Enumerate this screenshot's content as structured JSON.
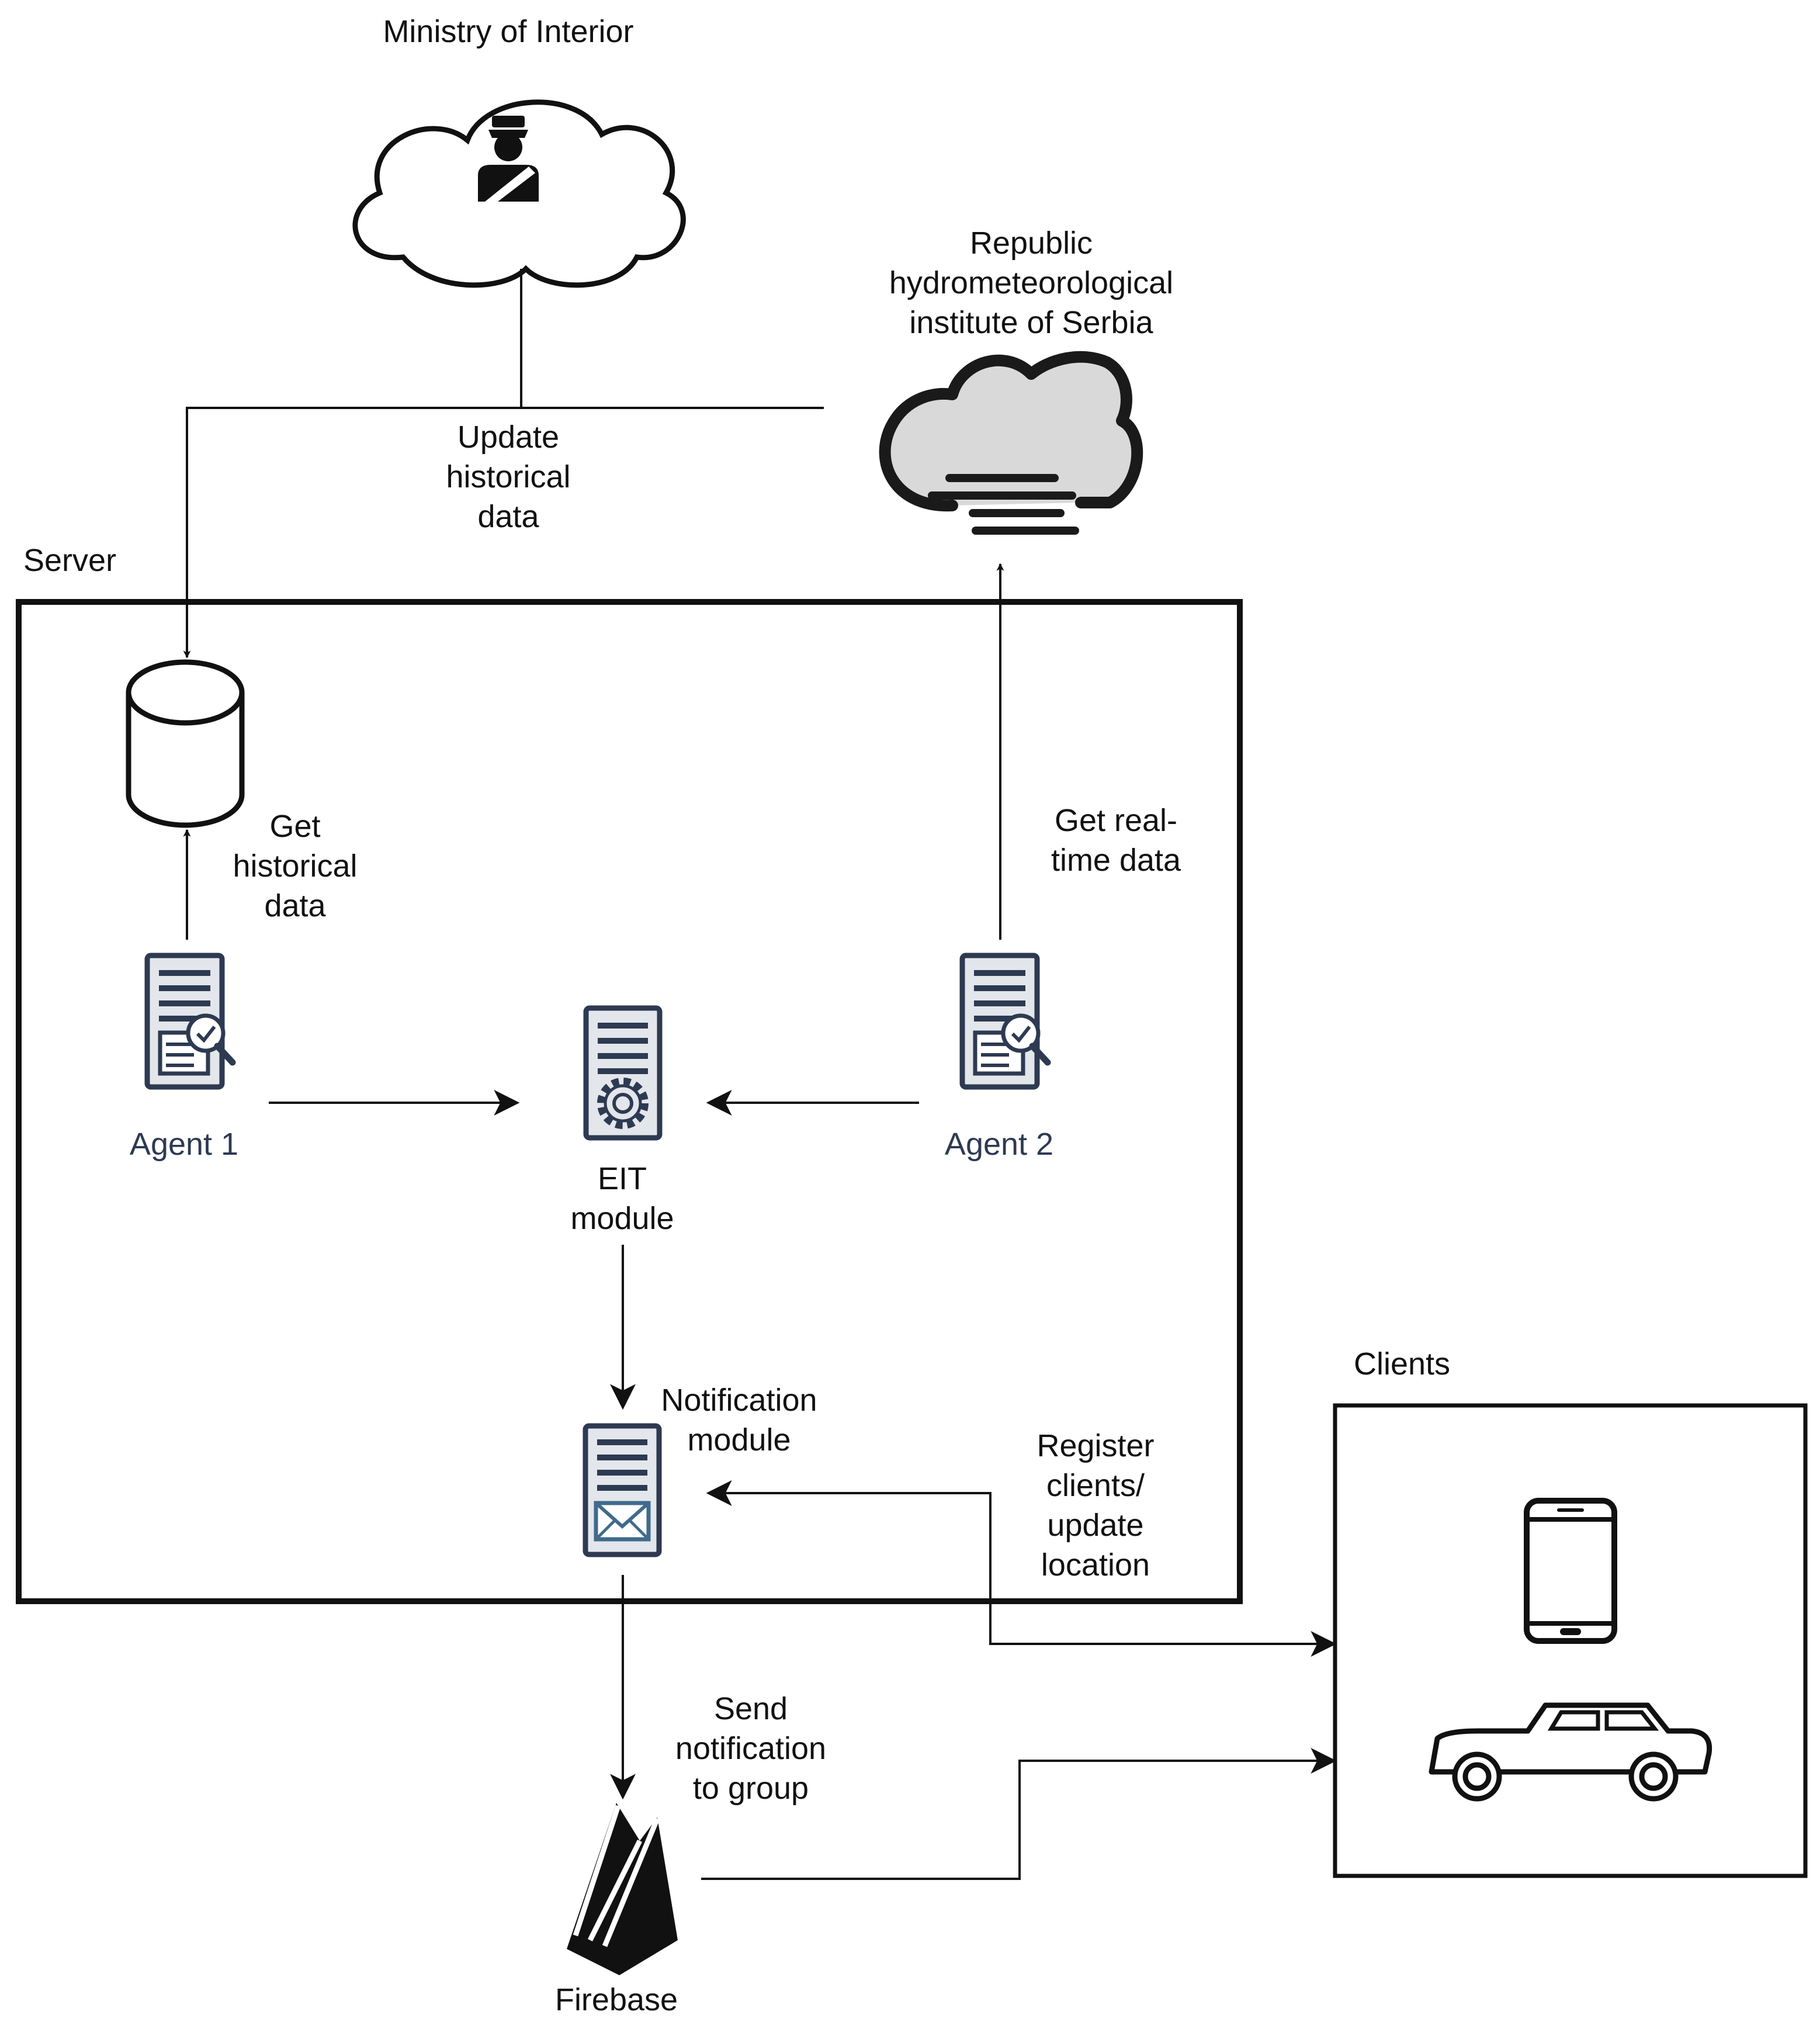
{
  "nodes": {
    "ministry": "Ministry of Interior",
    "rhmz": "Republic\nhydrometeorological\ninstitute of Serbia",
    "server": "Server",
    "agent1": "Agent 1",
    "agent2": "Agent 2",
    "eit": "EIT\nmodule",
    "notification": "Notification\nmodule",
    "clients": "Clients",
    "firebase": "Firebase"
  },
  "edges": {
    "update_historical": "Update\nhistorical\ndata",
    "get_historical": "Get\nhistorical\ndata",
    "get_realtime": "Get real-\ntime data",
    "register_clients": "Register\nclients/\nupdate\nlocation",
    "send_notification": "Send\nnotification\nto group"
  },
  "icons": {
    "ministry": "police-officer-cloud-icon",
    "rhmz": "fog-cloud-icon",
    "database": "database-cylinder-icon",
    "agent": "server-document-check-icon",
    "eit": "server-gear-icon",
    "notification": "server-envelope-icon",
    "phone": "smartphone-icon",
    "car": "car-icon",
    "firebase": "firebase-flame-icon"
  },
  "colors": {
    "line": "#111111",
    "icon_dark": "#2d3a52",
    "icon_fill": "#e3e6ea",
    "rhmz_cloud": "#d9d9d9",
    "envelope": "#3f6b8c"
  }
}
